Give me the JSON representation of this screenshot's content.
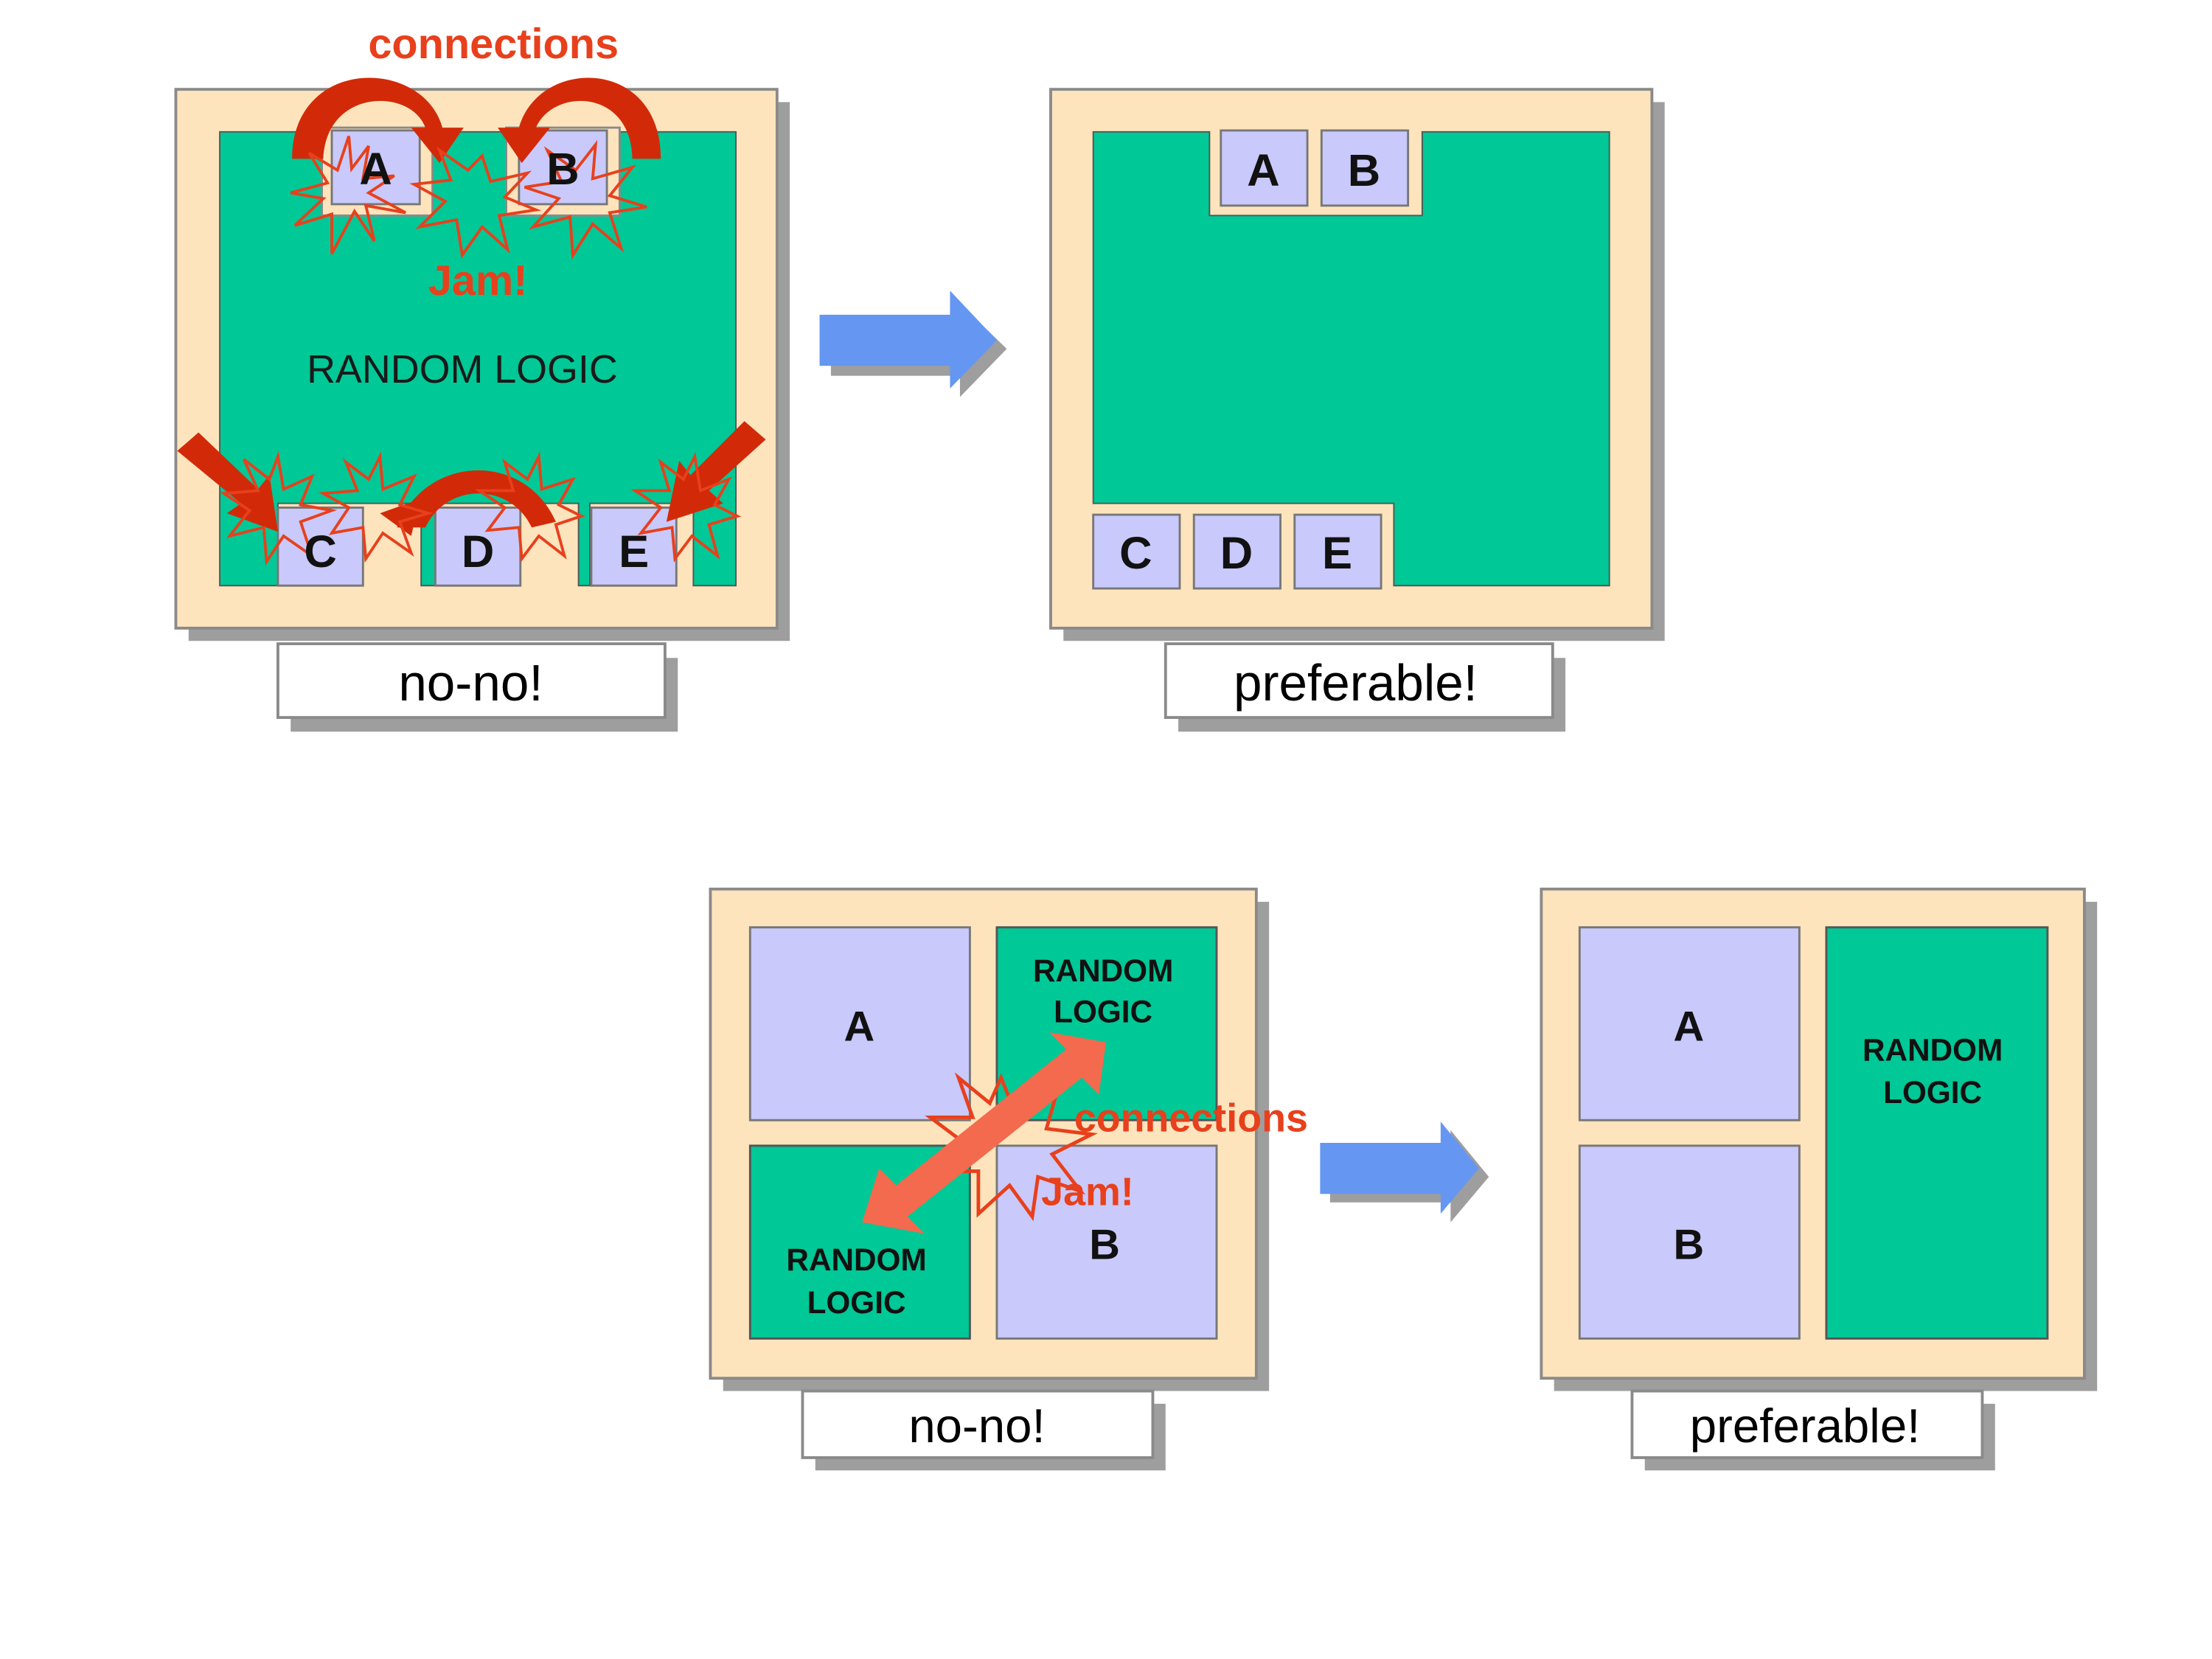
{
  "colors": {
    "frame_fill": "#fde4bd",
    "frame_stroke": "#8a8a8a",
    "logic_fill": "#00c896",
    "block_fill": "#c9c9fb",
    "shadow": "#9e9e9e",
    "alert": "#e8401c",
    "arrow_dark": "#d22a08",
    "arrow_light": "#f36a4e",
    "transition_arrow": "#6596f2"
  },
  "top_bad": {
    "connections_label": "connections",
    "jam_label": "Jam!",
    "logic_label": "RANDOM LOGIC",
    "blocks": {
      "a": "A",
      "b": "B",
      "c": "C",
      "d": "D",
      "e": "E"
    },
    "caption": "no-no!"
  },
  "top_good": {
    "blocks": {
      "a": "A",
      "b": "B",
      "c": "C",
      "d": "D",
      "e": "E"
    },
    "caption": "preferable!"
  },
  "bottom_bad": {
    "block_a": "A",
    "block_b": "B",
    "logic_tr": [
      "RANDOM",
      "LOGIC"
    ],
    "logic_bl": [
      "RANDOM",
      "LOGIC"
    ],
    "connections_label": "connections",
    "jam_label": "Jam!",
    "caption": "no-no!"
  },
  "bottom_good": {
    "block_a": "A",
    "block_b": "B",
    "logic": [
      "RANDOM",
      "LOGIC"
    ],
    "caption": "preferable!"
  }
}
